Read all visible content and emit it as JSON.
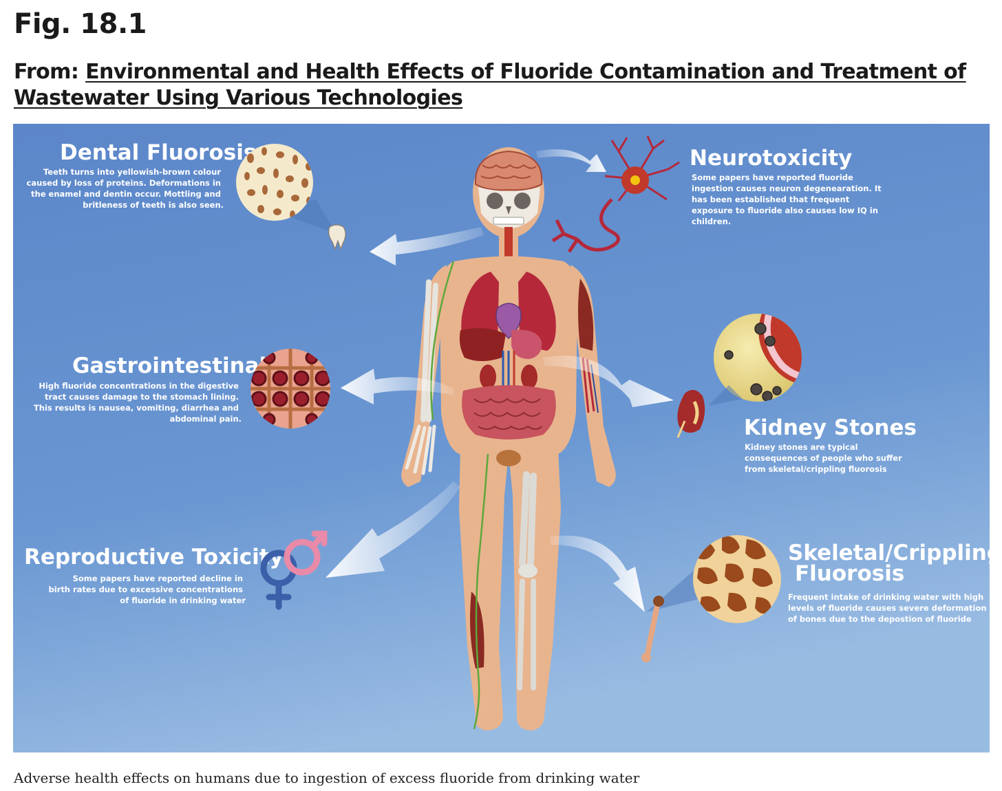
{
  "figure": {
    "label": "Fig. 18.1",
    "from_prefix": "From:",
    "from_link": "Environmental and Health Effects of Fluoride Contamination and Treatment of Wastewater Using Various Technologies",
    "caption": "Adverse health effects on humans due to ingestion of excess fluoride from drinking water"
  },
  "effects": {
    "dental": {
      "title": "Dental Fluorosis",
      "lines": [
        "Teeth turns into yellowish-brown colour",
        "caused by loss of proteins. Deformations in",
        "the enamel and dentin occur. Mottling and",
        "britleness of teeth is also seen."
      ]
    },
    "neuro": {
      "title": "Neurotoxicity",
      "lines": [
        "Some papers have reported fluoride",
        "ingestion causes neuron degenearation. It",
        "has been established that frequent",
        "exposure to fluoride also causes low IQ in",
        "children."
      ]
    },
    "gastro": {
      "title": "Gastrointestinal",
      "lines": [
        "High fluoride concentrations in the digestive",
        "tract causes damage to the stomach lining.",
        "This results is nausea, vomiting, diarrhea and",
        "abdominal pain."
      ]
    },
    "kidney": {
      "title": "Kidney Stones",
      "lines": [
        "Kidney stones are typical",
        "consequences of people who suffer",
        "from skeletal/crippling fluorosis"
      ]
    },
    "repro": {
      "title": "Reproductive Toxicity",
      "lines": [
        "Some papers have reported decline in",
        "birth rates due to excessive concentrations",
        "of fluoride in drinking water"
      ]
    },
    "skeletal": {
      "title_line1": "Skeletal/Crippling",
      "title_line2": "Fluorosis",
      "lines": [
        "Frequent intake of drinking water with high",
        "levels of fluoride causes severe deformation",
        "of bones due to the depostion of fluoride"
      ]
    }
  },
  "colors": {
    "background_top": "#5b86c9",
    "background_bottom": "#8fb3de",
    "skin": "#e8b48e",
    "organ_red": "#b5283a",
    "dental_spot": "#a9683a",
    "bone_spot": "#9a4a1c"
  }
}
